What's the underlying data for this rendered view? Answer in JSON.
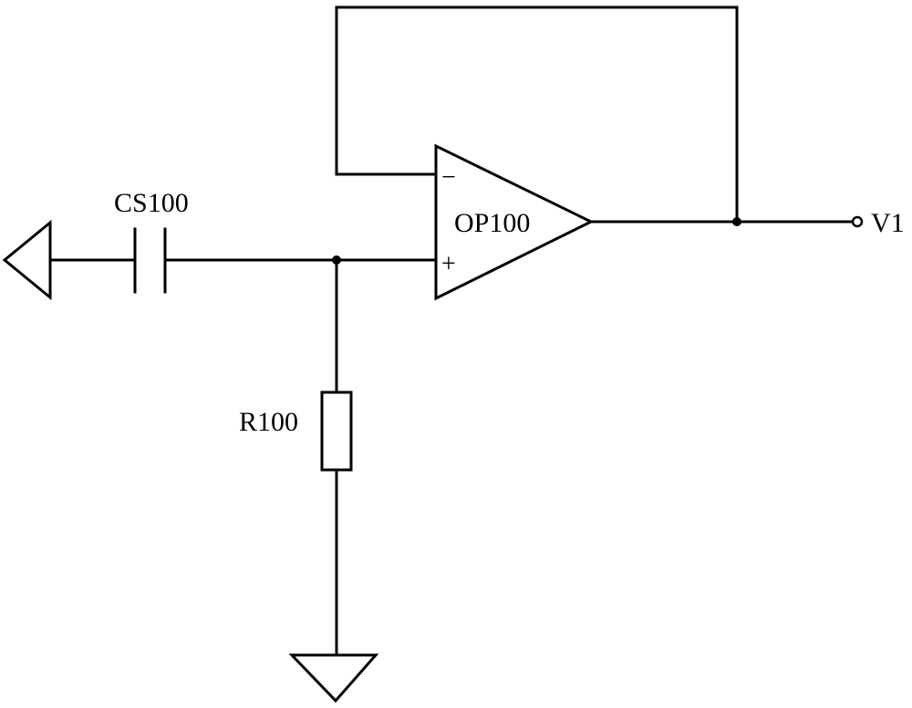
{
  "components": {
    "capacitor": {
      "label": "CS100"
    },
    "opamp": {
      "label": "OP100",
      "minus_pin": "−",
      "plus_pin": "+"
    },
    "resistor": {
      "label": "R100"
    },
    "output": {
      "label": "V1"
    }
  },
  "colors": {
    "line": "#000000",
    "background": "#ffffff"
  }
}
